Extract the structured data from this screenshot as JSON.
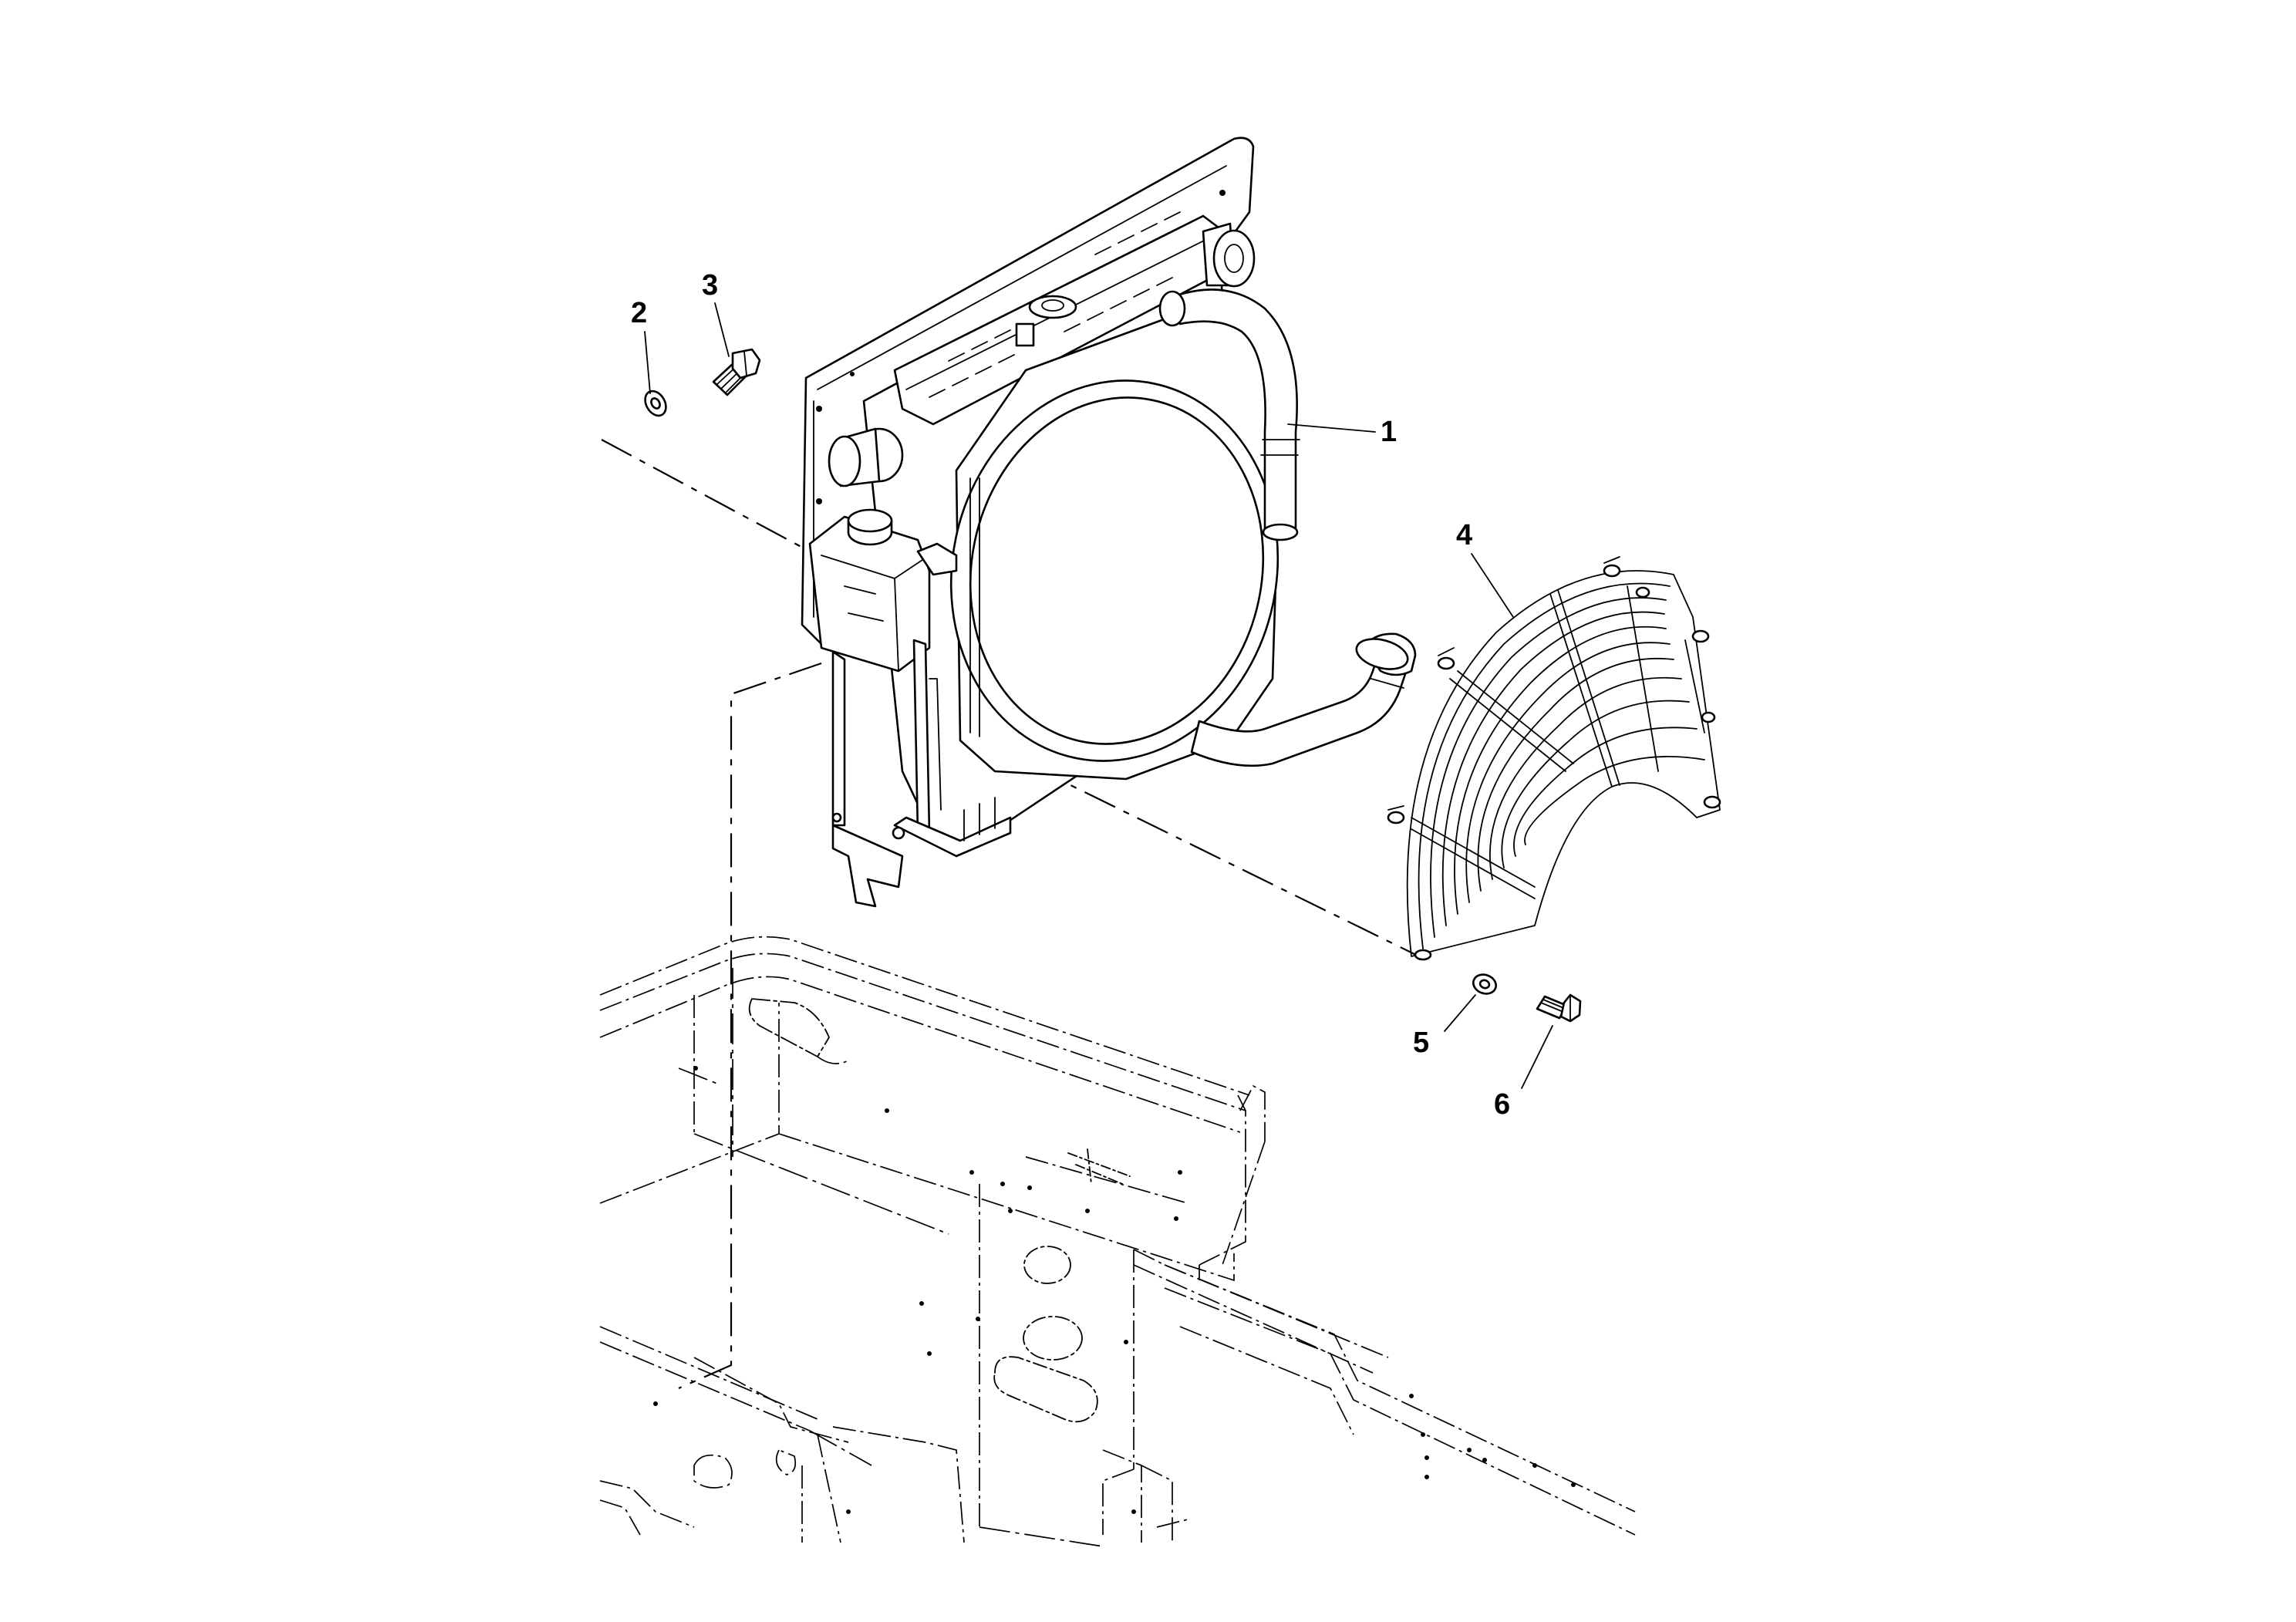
{
  "callouts": [
    {
      "id": "1",
      "label": "1",
      "part": "radiator-assembly"
    },
    {
      "id": "2",
      "label": "2",
      "part": "washer-upper"
    },
    {
      "id": "3",
      "label": "3",
      "part": "bolt-upper"
    },
    {
      "id": "4",
      "label": "4",
      "part": "fan-guard"
    },
    {
      "id": "5",
      "label": "5",
      "part": "washer-lower"
    },
    {
      "id": "6",
      "label": "6",
      "part": "bolt-lower"
    }
  ],
  "colors": {
    "line": "#000000",
    "background": "#ffffff"
  }
}
